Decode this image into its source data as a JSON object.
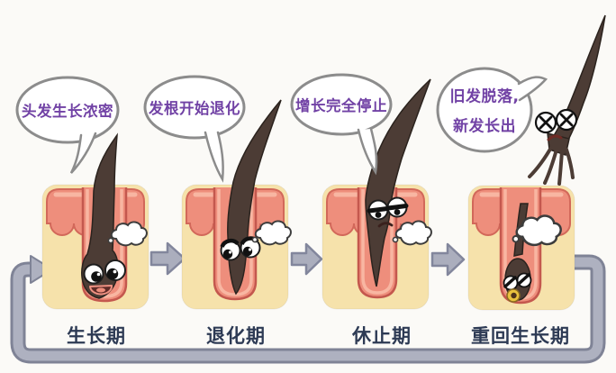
{
  "diagram_title": "hair-growth-cycle",
  "bubbles": [
    {
      "text": "头发生长浓密"
    },
    {
      "text": "发根开始退化"
    },
    {
      "text": "增长完全停止"
    },
    {
      "line1": "旧发脱落,",
      "line2": "新发长出"
    }
  ],
  "stages": [
    {
      "label": "生长期"
    },
    {
      "label": "退化期"
    },
    {
      "label": "休止期"
    },
    {
      "label": "重回生长期"
    }
  ],
  "icons": {
    "steam_puff": "steam-puff-icon",
    "next_stage_arrow": "right-block-arrow-icon",
    "cycle_loop": "cycle-loop-arrow-icon"
  },
  "colors": {
    "background": "#fbfaf7",
    "skin_cream": "#f6e2ab",
    "epidermis_pink": "#ee8e7c",
    "epidermis_edge": "#d2685a",
    "follicle_inner_highlight": "#f8b6a2",
    "hair_brown": "#4c3c35",
    "arrow_gray": "#abaebd",
    "bubble_outline": "#8c8c8c",
    "bubble_text_purple": "#7142a5",
    "label_navy": "#2d3a54",
    "mouth_yellow": "#eac23e"
  }
}
